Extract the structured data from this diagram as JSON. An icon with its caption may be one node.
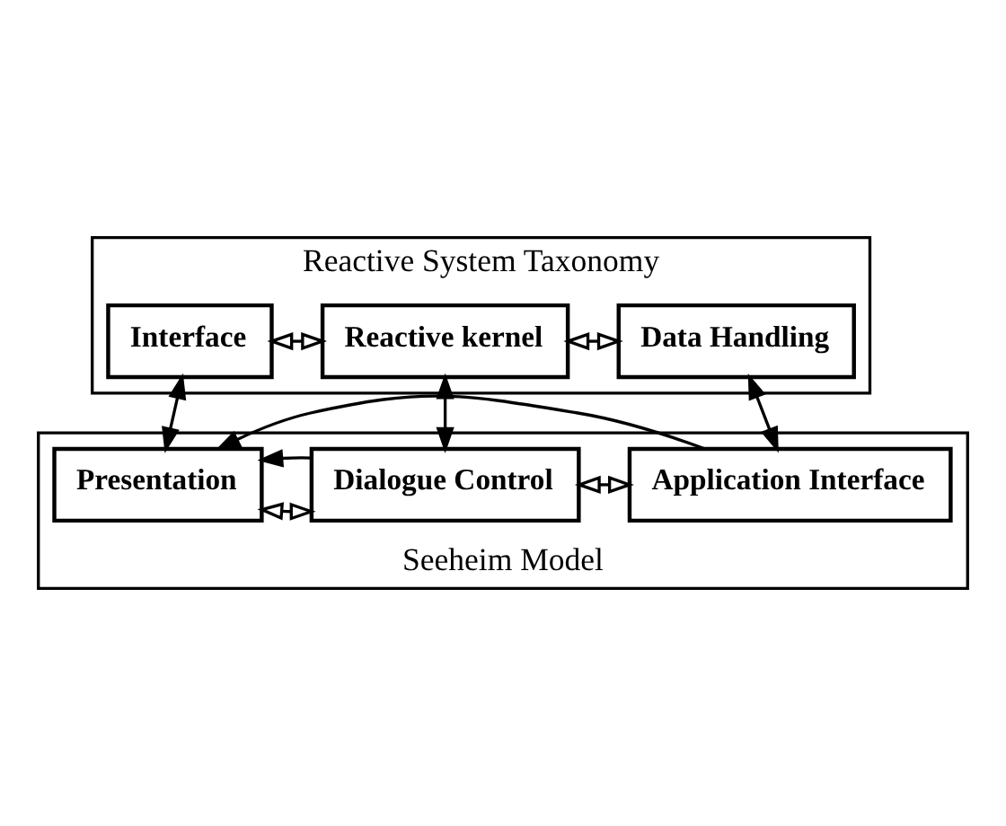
{
  "diagram": {
    "nodes": [
      {
        "text": [
          "Reactive System Taxonomy"
        ]
      },
      {
        "text": [
          "Interface"
        ],
        "in": 0
      },
      {
        "text": [
          "Reactive kernel"
        ],
        "in": 0
      },
      {
        "text": [
          "Data Handling"
        ],
        "in": 0
      },
      {
        "text": [
          "Seeheim Model"
        ]
      },
      {
        "text": [
          "Presentation"
        ],
        "in": 4
      },
      {
        "text": [
          "Dialogue Control"
        ],
        "in": 4
      },
      {
        "text": [
          "Application Interface"
        ],
        "in": 4
      }
    ],
    "edges": [
      {
        "from": 1,
        "to": 2,
        "arrow": "both"
      },
      {
        "from": 2,
        "to": 3,
        "arrow": "both"
      },
      {
        "from": 1,
        "to": 5,
        "arrow": "both"
      },
      {
        "from": 2,
        "to": 6,
        "arrow": "both"
      },
      {
        "from": 3,
        "to": 7,
        "arrow": "both"
      },
      {
        "from": 5,
        "to": 6,
        "arrow": "both"
      },
      {
        "from": 6,
        "to": 7,
        "arrow": "both"
      },
      {
        "from": 6,
        "to": 5,
        "arrow": "to"
      },
      {
        "from": 7,
        "to": 5,
        "arrow": "to"
      }
    ]
  }
}
